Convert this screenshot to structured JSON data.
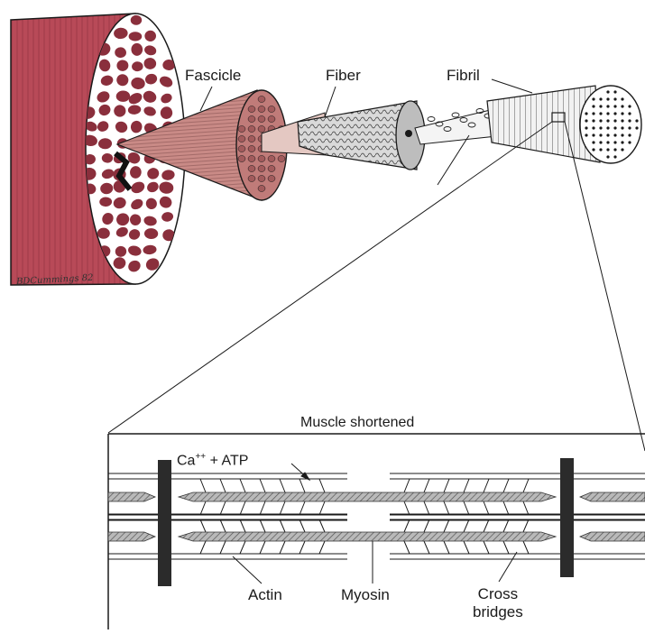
{
  "labels": {
    "fascicle": "Fascicle",
    "fiber": "Fiber",
    "fibril": "Fibril",
    "muscle_shortened": "Muscle shortened",
    "ca_atp_base": "Ca",
    "ca_atp_sup": "++",
    "ca_atp_rest": " + ATP",
    "actin": "Actin",
    "myosin": "Myosin",
    "cross_bridges_line1": "Cross",
    "cross_bridges_line2": "bridges"
  },
  "signature": "BDCummings 82",
  "colors": {
    "muscle_red": "#b84a58",
    "muscle_dark": "#7e2a37",
    "fascicle_pink": "#c98a86",
    "fiber_gray": "#c8c8c8",
    "ink": "#1a1a1a",
    "filament_gray": "#9a9a9a",
    "z_disc": "#2b2b2b"
  }
}
